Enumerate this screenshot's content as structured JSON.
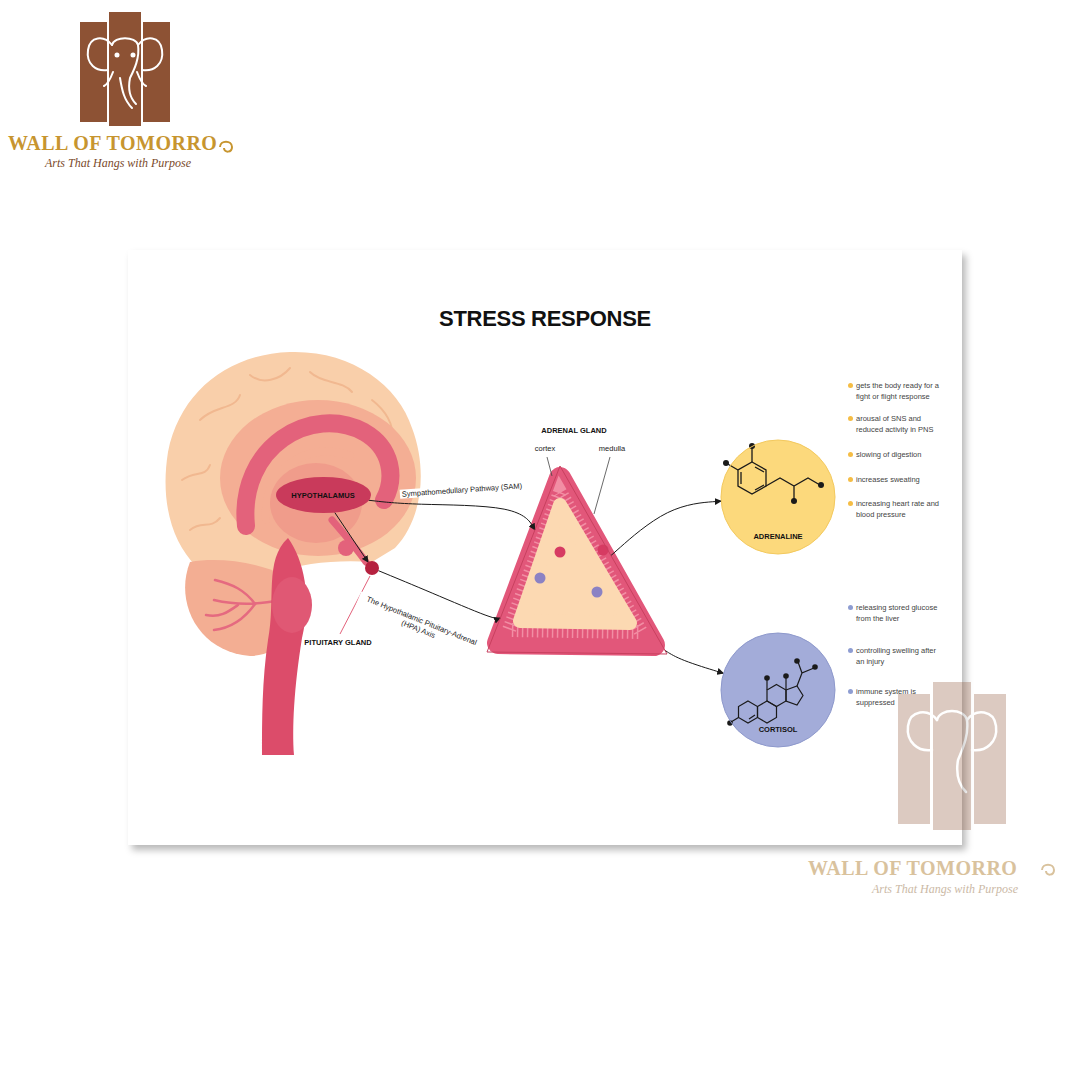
{
  "diagram": {
    "title": "STRESS RESPONSE",
    "nodes": [
      {
        "text": [
          "HYPOTHALAMUS"
        ]
      },
      {
        "text": [
          "PITUITARY GLAND"
        ]
      },
      {
        "text": [
          "ADRENAL GLAND"
        ]
      },
      {
        "text": [
          "ADRENALINE"
        ]
      },
      {
        "text": [
          "CORTISOL"
        ]
      }
    ],
    "edges": [
      {
        "from": 0,
        "to": 1,
        "arrow": "to"
      },
      {
        "from": 0,
        "to": 2,
        "label": "Sympathomedullary Pathway (SAM)",
        "arrow": "to"
      },
      {
        "from": 1,
        "to": 2,
        "label": "The Hypothalamic Pituitary-Adrenal (HPA) Axis",
        "arrow": "to"
      },
      {
        "from": 2,
        "to": 3,
        "arrow": "to"
      },
      {
        "from": 2,
        "to": 4,
        "arrow": "to"
      }
    ],
    "labels": [
      "WALL OF TOMORRO",
      "Arts That Hangs with Purpose",
      "cortex",
      "medulla",
      "gets the body ready for a fight or flight response",
      "arousal of SNS and reduced activity in PNS",
      "slowing of digestion",
      "increases sweating",
      "increasing heart rate and blood pressure",
      "releasing stored glucose from the liver",
      "controlling swelling after an injury",
      "immune system is suppressed",
      "WALL OF TOMORRO",
      "Arts That Hangs with Purpose"
    ]
  }
}
